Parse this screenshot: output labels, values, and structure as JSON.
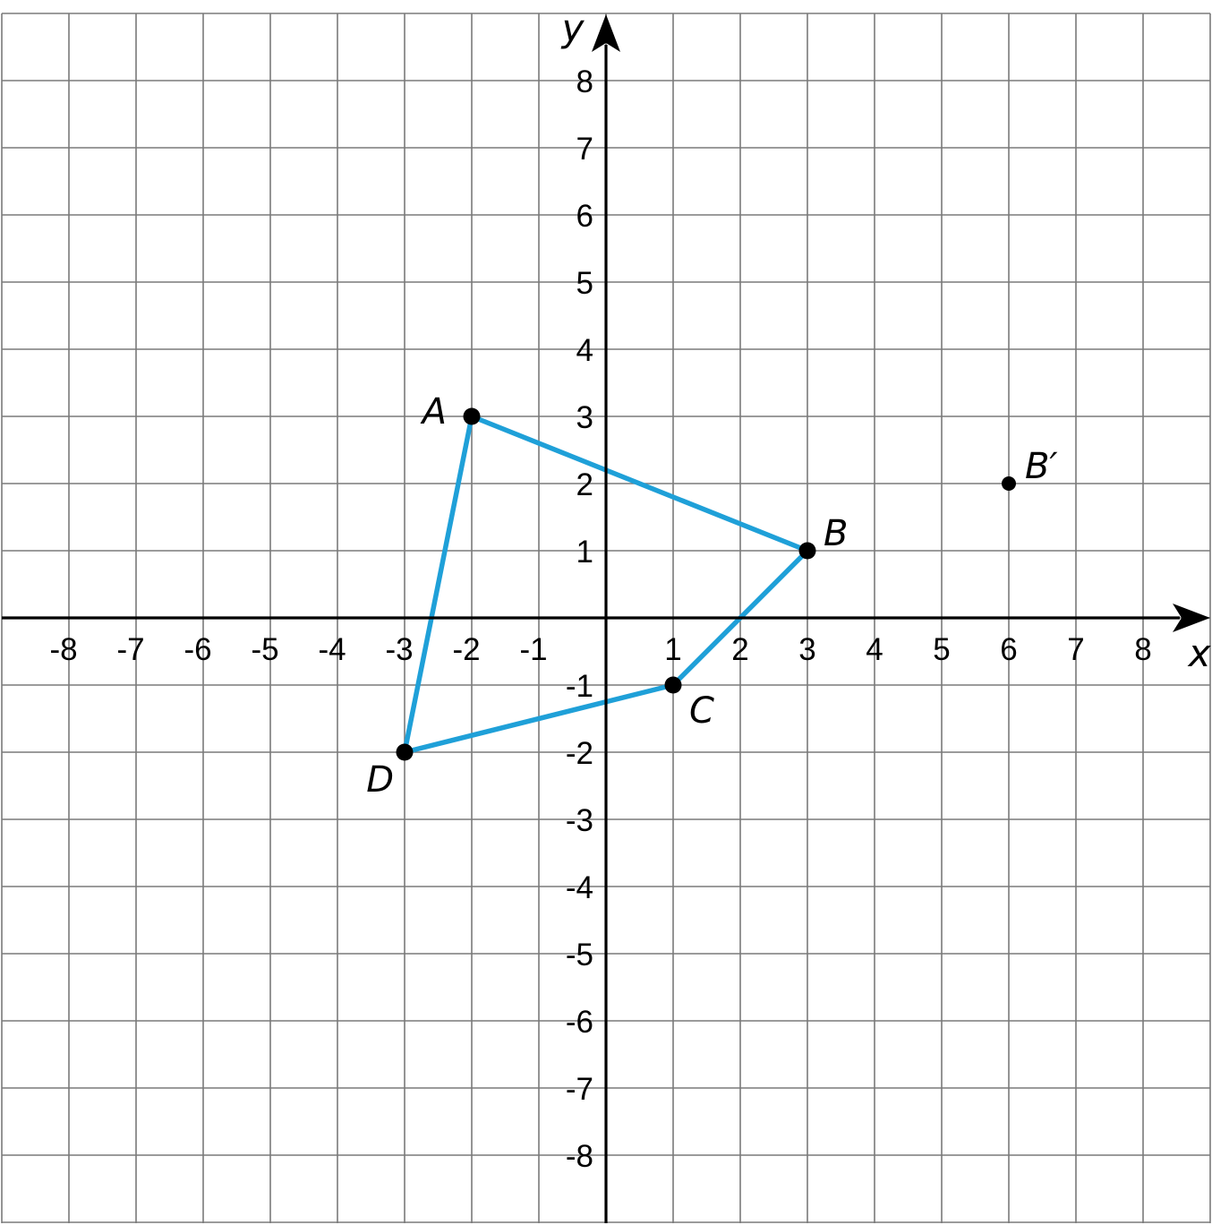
{
  "chart_data": {
    "type": "scatter",
    "title": "",
    "xlabel": "x",
    "ylabel": "y",
    "xlim": [
      -9,
      9
    ],
    "ylim": [
      -9,
      9
    ],
    "grid": true,
    "x_ticks": [
      -8,
      -7,
      -6,
      -5,
      -4,
      -3,
      -2,
      -1,
      1,
      2,
      3,
      4,
      5,
      6,
      7,
      8
    ],
    "y_ticks": [
      8,
      7,
      6,
      5,
      4,
      3,
      2,
      1,
      -1,
      -2,
      -3,
      -4,
      -5,
      -6,
      -7,
      -8
    ],
    "points": [
      {
        "label": "A",
        "x": -2,
        "y": 3,
        "label_side": "left"
      },
      {
        "label": "B",
        "x": 3,
        "y": 1,
        "label_side": "upper-right"
      },
      {
        "label": "C",
        "x": 1,
        "y": -1,
        "label_side": "lower-right"
      },
      {
        "label": "D",
        "x": -3,
        "y": -2,
        "label_side": "lower-left"
      },
      {
        "label": "B′",
        "x": 6,
        "y": 2,
        "label_side": "upper-right"
      }
    ],
    "polygon": {
      "vertices": [
        "A",
        "B",
        "C",
        "D"
      ],
      "color": "#1fa0d8"
    },
    "axis_color": "#000000",
    "grid_color": "#7a7a7a"
  }
}
